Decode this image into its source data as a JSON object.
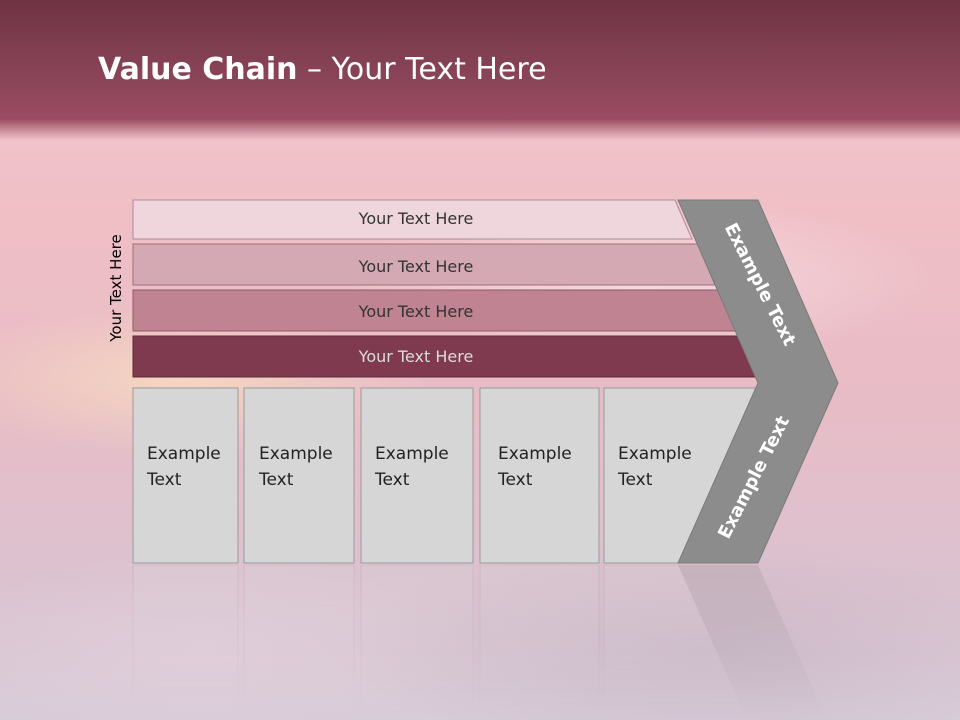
{
  "slide": {
    "title_bold": "Value Chain",
    "title_rest": " – Your Text Here",
    "side_label": "Your Text Here"
  },
  "bands": [
    {
      "label": "Your Text Here",
      "color": "#efd6dc",
      "text_color": "#333333"
    },
    {
      "label": "Your Text Here",
      "color": "#d4a9b4",
      "text_color": "#333333"
    },
    {
      "label": "Your Text Here",
      "color": "#bf8391",
      "text_color": "#333333"
    },
    {
      "label": "Your Text Here",
      "color": "#7f3a4f",
      "text_color": "#dcdcdc"
    }
  ],
  "activities": [
    {
      "line1": "Example",
      "line2": "Text"
    },
    {
      "line1": "Example",
      "line2": "Text"
    },
    {
      "line1": "Example",
      "line2": "Text"
    },
    {
      "line1": "Example",
      "line2": "Text"
    },
    {
      "line1": "Example",
      "line2": "Text"
    }
  ],
  "chevron": {
    "upper_label": "Example Text",
    "lower_label": "Example Text",
    "color": "#8c8c8c"
  },
  "colors": {
    "title_bar": "#8a4458",
    "box_fill": "#d6d6d6"
  }
}
